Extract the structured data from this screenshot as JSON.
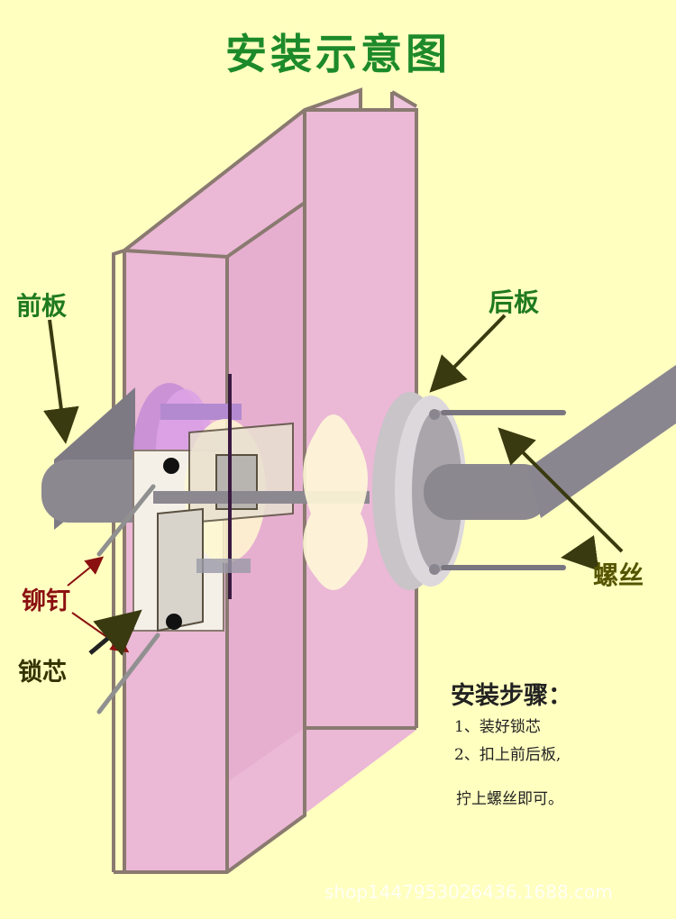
{
  "title": "安装示意图",
  "labels": {
    "front_plate": "前板",
    "back_plate": "后板",
    "screw": "螺丝",
    "rivet": "铆钉",
    "lock_core": "锁芯"
  },
  "steps": {
    "heading": "安装步骤：",
    "items": [
      "1、装好锁芯",
      "2、扣上前后板,",
      "拧上螺丝即可。"
    ]
  },
  "watermark": "shop1447953026436.1688.com",
  "colors": {
    "background": "#ffffc0",
    "title": "#1d8a2a",
    "door": "#ebb8d6",
    "frame": "#8a7a70",
    "label_green": "#1f7a1f",
    "label_red": "#8b1010",
    "arrow": "#3a3a10",
    "handle": "#8c8890"
  }
}
